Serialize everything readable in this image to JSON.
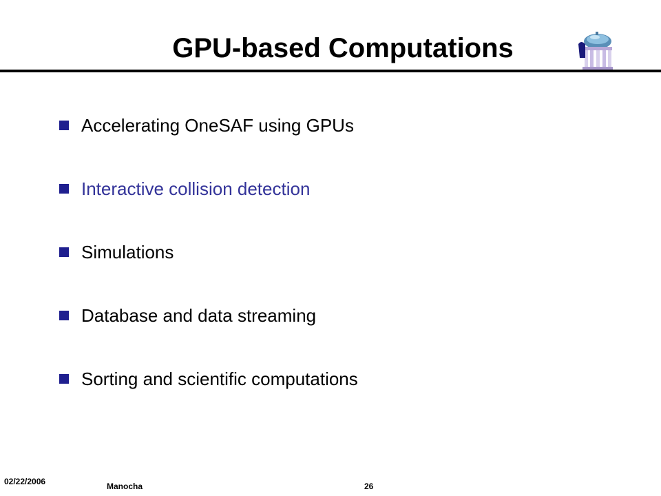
{
  "slide": {
    "title": "GPU-based Computations",
    "bullets": [
      {
        "text": "Accelerating OneSAF using GPUs",
        "color": "#000000"
      },
      {
        "text": "Interactive collision detection",
        "color": "#333399"
      },
      {
        "text": "Simulations",
        "color": "#000000"
      },
      {
        "text": "Database and data streaming",
        "color": "#000000"
      },
      {
        "text": "Sorting and scientific computations",
        "color": "#000000"
      }
    ]
  },
  "footer": {
    "date": "02/22/2006",
    "author": "Manocha",
    "page": "26"
  },
  "colors": {
    "bullet_marker": "#1F1F8F",
    "highlight_text": "#333399",
    "rule": "#000000"
  },
  "icons": {
    "logo": "old-well-dome-icon"
  }
}
